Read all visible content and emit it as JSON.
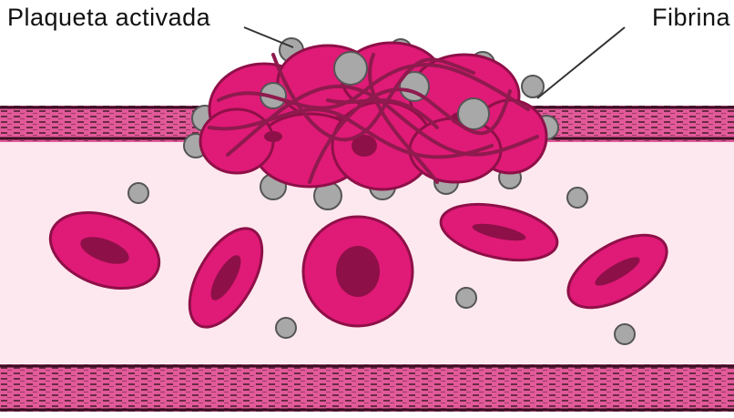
{
  "labels": {
    "activated_platelet": "Plaqueta activada",
    "fibrin": "Fibrina"
  },
  "colors": {
    "vessel_wall": "#e25a9a",
    "vessel_wall_dark": "#6b2a45",
    "lumen": "#fce8ee",
    "red_cell": "#e01a77",
    "red_cell_dark": "#8e1048",
    "platelet": "#a8a8a8",
    "fibrin": "#8e1a4e"
  },
  "icons": [
    "red-blood-cell",
    "platelet",
    "fibrin-strand"
  ]
}
